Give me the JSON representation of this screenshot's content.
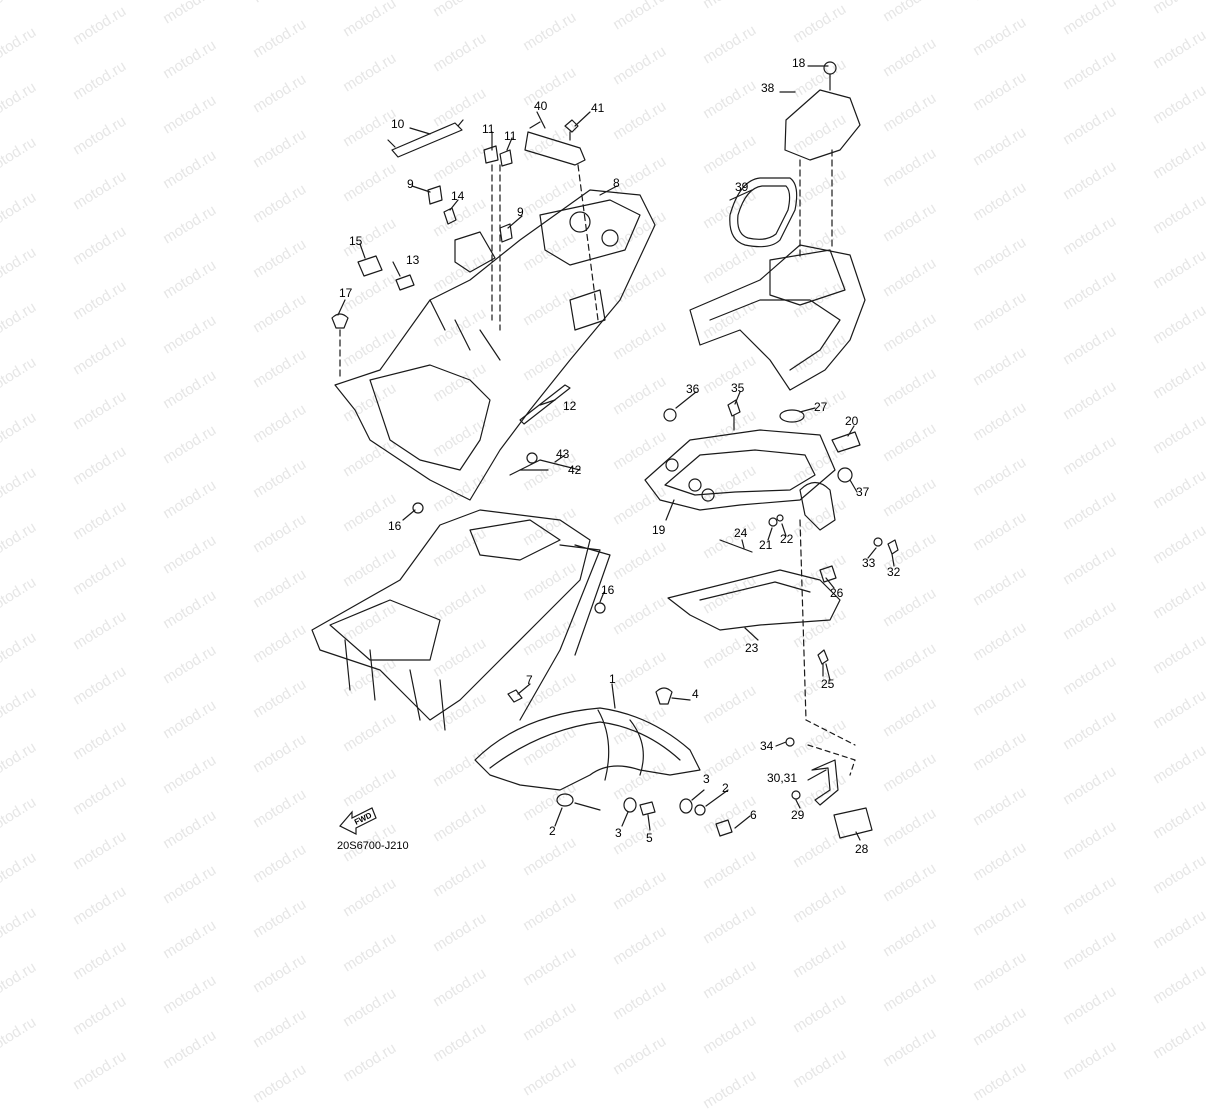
{
  "watermark": "motod.ru",
  "diagram_code": "20S6700-J210",
  "fwd_label": "FWD",
  "callouts": {
    "c1": "1",
    "c2a": "2",
    "c2b": "2",
    "c3a": "3",
    "c3b": "3",
    "c4": "4",
    "c5": "5",
    "c6": "6",
    "c7": "7",
    "c8": "8",
    "c9a": "9",
    "c9b": "9",
    "c10": "10",
    "c11a": "11",
    "c11b": "11",
    "c12": "12",
    "c13": "13",
    "c14": "14",
    "c15": "15",
    "c16a": "16",
    "c16b": "16",
    "c17": "17",
    "c18": "18",
    "c19": "19",
    "c20": "20",
    "c21": "21",
    "c22": "22",
    "c23": "23",
    "c24": "24",
    "c25": "25",
    "c26": "26",
    "c27": "27",
    "c28": "28",
    "c29": "29",
    "c3031": "30,31",
    "c32": "32",
    "c33": "33",
    "c34": "34",
    "c35": "35",
    "c36": "36",
    "c37": "37",
    "c38": "38",
    "c39": "39",
    "c40": "40",
    "c41": "41",
    "c42": "42",
    "c43": "43"
  },
  "colors": {
    "line": "#1a1a1a",
    "watermark": "#e6e6e6",
    "background": "#ffffff"
  }
}
